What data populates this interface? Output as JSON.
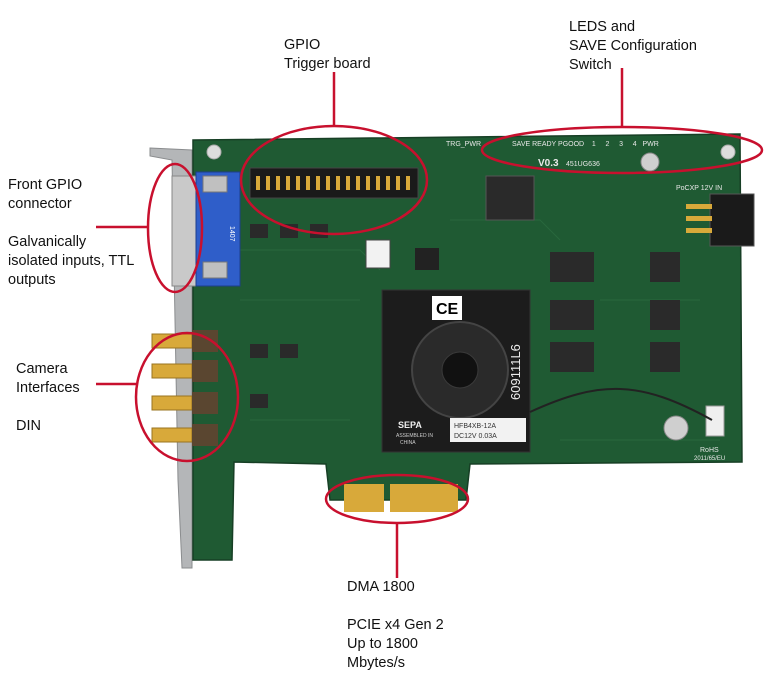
{
  "labels": {
    "gpio": [
      "GPIO",
      "Trigger board"
    ],
    "leds": [
      "LEDS and",
      "SAVE Configuration",
      "Switch"
    ],
    "front": [
      "Front GPIO",
      "connector",
      "",
      "Galvanically",
      "isolated inputs, TTL",
      "outputs"
    ],
    "camera": [
      "Camera",
      "Interfaces",
      "",
      "DIN"
    ],
    "dma": [
      "DMA 1800",
      "",
      "PCIE x4 Gen 2",
      "Up to 1800",
      "Mbytes/s"
    ]
  },
  "board_silkscreen": {
    "trg_pwr": "TRG_PWR",
    "led_row": "SAVE READY PGOOD    1     2     3     4   PWR",
    "version": "V0.3",
    "part_no": "451UG636",
    "pocxp": "PoCXP 12V IN",
    "rohs": "RoHS",
    "rohs_ref": "2011/65/EU",
    "fan_ce": "CE",
    "fan_serial": "609111L6",
    "fan_brand": "SEPA",
    "fan_assembled": "ASSEMBLED IN",
    "fan_origin": "CHINA",
    "fan_model": "HFB4XB-12A",
    "fan_rating": "DC12V  0.03A"
  },
  "colors": {
    "pcb": "#1f5a33",
    "highlight": "#c8102e",
    "gold": "#d8a93a"
  }
}
